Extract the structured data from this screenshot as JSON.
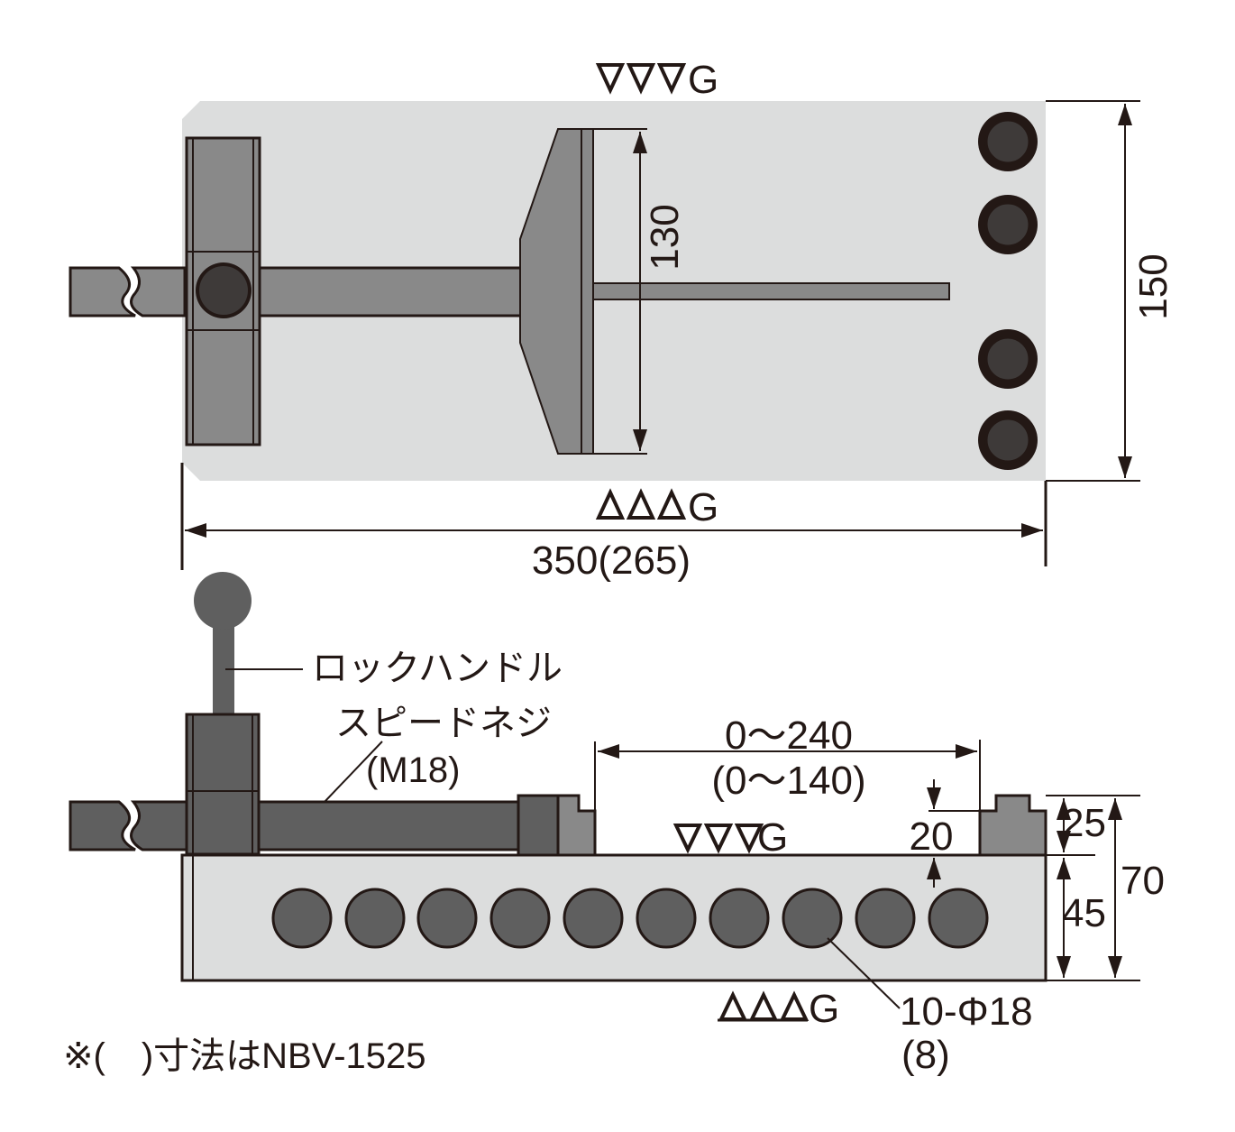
{
  "top_view": {
    "finish_top": "G",
    "finish_bottom": "G",
    "dim_jaw_width": "130",
    "dim_body_width": "150",
    "dim_length": "350(265)"
  },
  "side_view": {
    "lock_handle": "ロックハンドル",
    "speed_screw": "スピードネジ",
    "speed_screw_size": "(M18)",
    "dim_opening": "0～240",
    "dim_opening_alt": "(0～140)",
    "finish_top": "G",
    "finish_bottom": "G",
    "dim_jaw_height": "25",
    "dim_base_height": "45",
    "dim_total_height": "70",
    "dim_depth": "20",
    "holes": "10-Φ18",
    "holes_alt": "(8)"
  },
  "footnote": "※(　)寸法はNBV-1525",
  "colors": {
    "body": "#dcdddd",
    "part_mid": "#898989",
    "part_dark": "#5f5f5f",
    "hole": "#231815",
    "line": "#231815"
  }
}
